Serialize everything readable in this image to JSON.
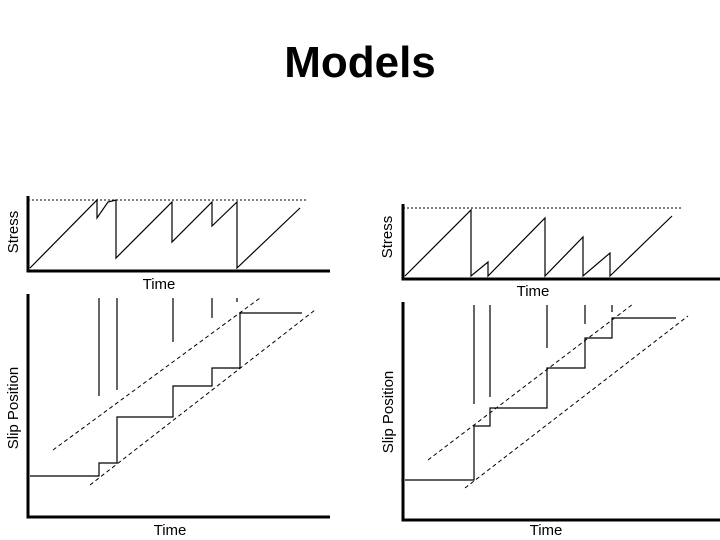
{
  "slide": {
    "title": "Models"
  },
  "panels": {
    "left_stress": {
      "ylabel": "Stress",
      "xlabel": "Time"
    },
    "left_slip": {
      "ylabel": "Slip Position",
      "xlabel": "Time"
    },
    "right_stress": {
      "ylabel": "Stress",
      "xlabel": "Time"
    },
    "right_slip": {
      "ylabel": "Slip Position",
      "xlabel": "Time"
    }
  }
}
